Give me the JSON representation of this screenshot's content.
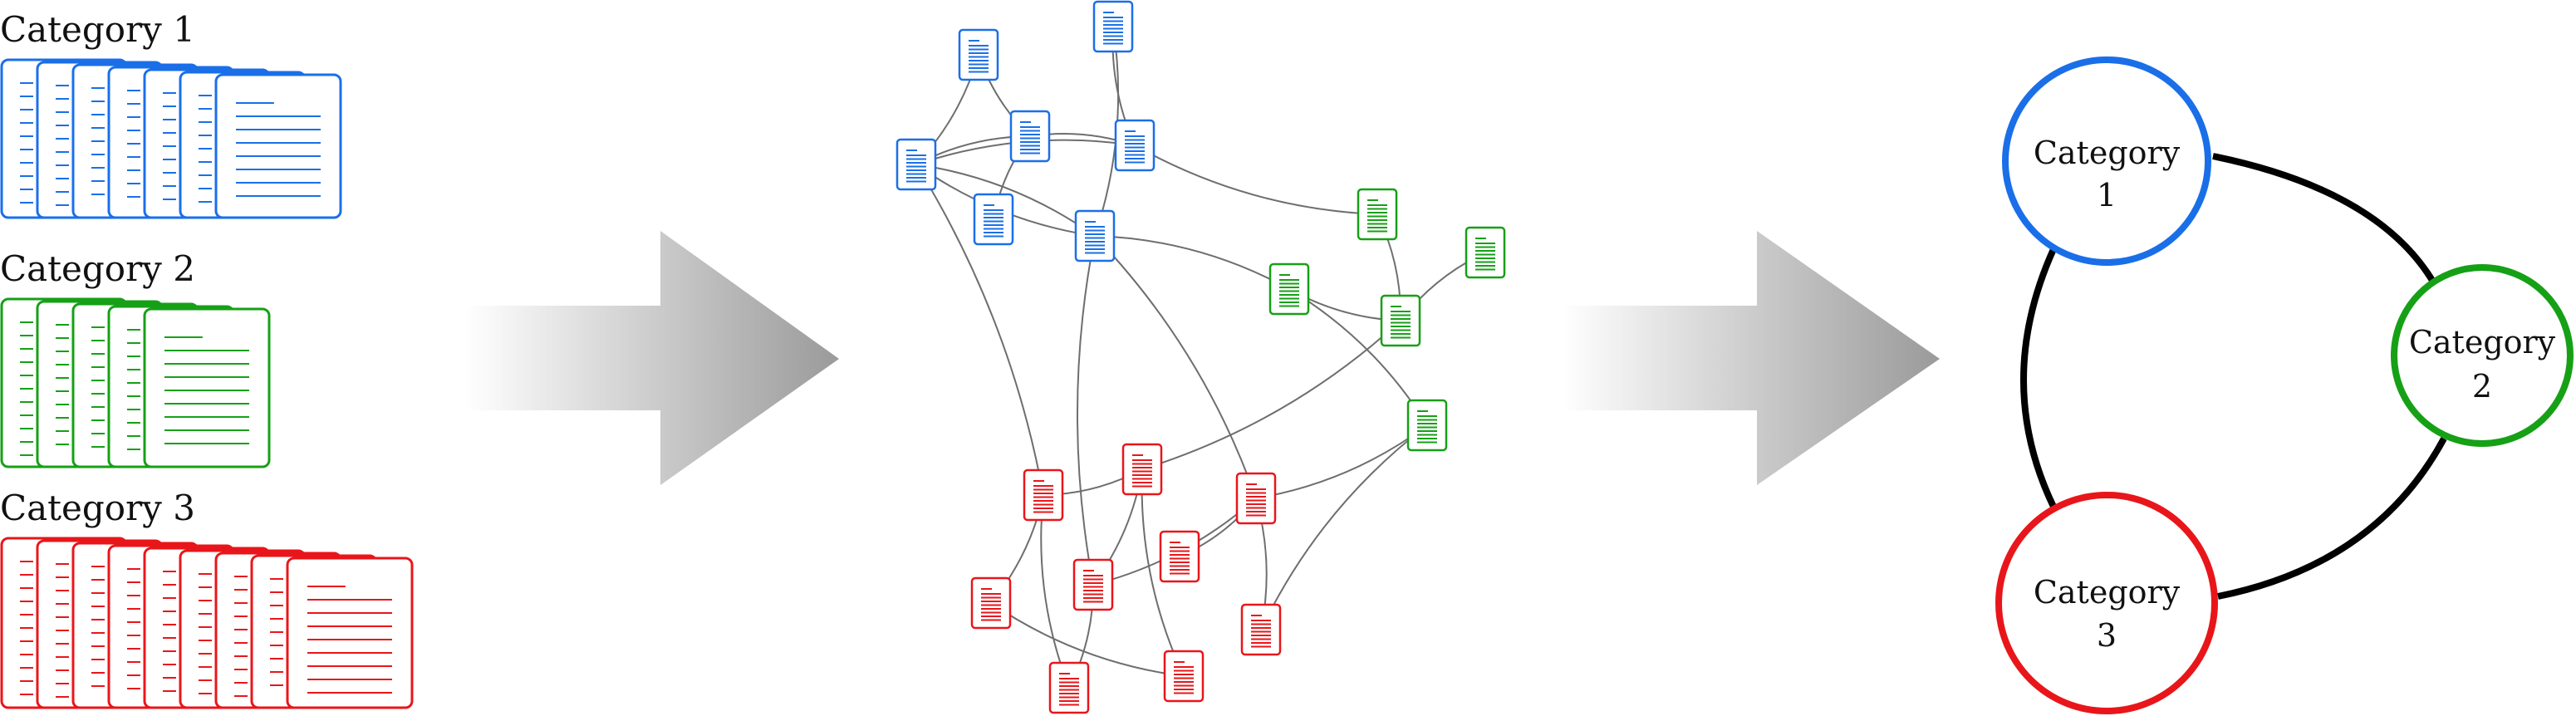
{
  "colors": {
    "category_1": "#1a6fe8",
    "category_2": "#16a016",
    "category_3": "#e8161a",
    "graph_edge": "#6e6e6e",
    "circle_link": "#000000",
    "arrow_light": "#ffffff",
    "arrow_dark": "#9a9a9a"
  },
  "stacks": [
    {
      "label": "Category 1",
      "color_key": "category_1",
      "doc_count": 7
    },
    {
      "label": "Category 2",
      "color_key": "category_2",
      "doc_count": 5
    },
    {
      "label": "Category 3",
      "color_key": "category_3",
      "doc_count": 9
    }
  ],
  "graph": {
    "nodes": [
      {
        "id": "b1",
        "cat": "category_1"
      },
      {
        "id": "b2",
        "cat": "category_1"
      },
      {
        "id": "b3",
        "cat": "category_1"
      },
      {
        "id": "b4",
        "cat": "category_1"
      },
      {
        "id": "b5",
        "cat": "category_1"
      },
      {
        "id": "b6",
        "cat": "category_1"
      },
      {
        "id": "b7",
        "cat": "category_1"
      },
      {
        "id": "g1",
        "cat": "category_2"
      },
      {
        "id": "g2",
        "cat": "category_2"
      },
      {
        "id": "g3",
        "cat": "category_2"
      },
      {
        "id": "g4",
        "cat": "category_2"
      },
      {
        "id": "g5",
        "cat": "category_2"
      },
      {
        "id": "r1",
        "cat": "category_3"
      },
      {
        "id": "r2",
        "cat": "category_3"
      },
      {
        "id": "r3",
        "cat": "category_3"
      },
      {
        "id": "r4",
        "cat": "category_3"
      },
      {
        "id": "r5",
        "cat": "category_3"
      },
      {
        "id": "r6",
        "cat": "category_3"
      },
      {
        "id": "r7",
        "cat": "category_3"
      },
      {
        "id": "r8",
        "cat": "category_3"
      },
      {
        "id": "r9",
        "cat": "category_3"
      }
    ],
    "edges": [
      [
        "b1",
        "b3"
      ],
      [
        "b1",
        "b4"
      ],
      [
        "b2",
        "b5"
      ],
      [
        "b2",
        "b6"
      ],
      [
        "b3",
        "b4"
      ],
      [
        "b3",
        "b5"
      ],
      [
        "b3",
        "b7"
      ],
      [
        "b4",
        "b5"
      ],
      [
        "b4",
        "b6"
      ],
      [
        "b4",
        "r1"
      ],
      [
        "b5",
        "g1"
      ],
      [
        "b6",
        "r3"
      ],
      [
        "b6",
        "r5"
      ],
      [
        "b6",
        "g2"
      ],
      [
        "b6",
        "b4"
      ],
      [
        "g1",
        "g4"
      ],
      [
        "g2",
        "g4"
      ],
      [
        "g2",
        "g5"
      ],
      [
        "g3",
        "g4"
      ],
      [
        "g4",
        "r2"
      ],
      [
        "r1",
        "r2"
      ],
      [
        "r1",
        "r6"
      ],
      [
        "r1",
        "r8"
      ],
      [
        "r2",
        "r5"
      ],
      [
        "r2",
        "r9"
      ],
      [
        "r3",
        "r5"
      ],
      [
        "r3",
        "g5"
      ],
      [
        "r3",
        "r7"
      ],
      [
        "r6",
        "r9"
      ],
      [
        "r7",
        "g5"
      ],
      [
        "r4",
        "r3"
      ],
      [
        "r5",
        "r8"
      ]
    ]
  },
  "circles": [
    {
      "line1": "Category",
      "line2": "1",
      "color_key": "category_1"
    },
    {
      "line1": "Category",
      "line2": "2",
      "color_key": "category_2"
    },
    {
      "line1": "Category",
      "line2": "3",
      "color_key": "category_3"
    }
  ]
}
